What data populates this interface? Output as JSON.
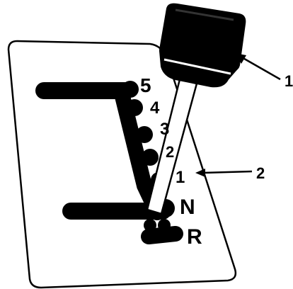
{
  "gear_positions": {
    "fifth": "5",
    "fourth": "4",
    "third": "3",
    "second": "2",
    "first": "1",
    "neutral": "N",
    "reverse": "R"
  },
  "callouts": {
    "knob_number": "1",
    "gate_number": "2"
  },
  "colors": {
    "ink": "#000000",
    "paper": "#ffffff"
  }
}
